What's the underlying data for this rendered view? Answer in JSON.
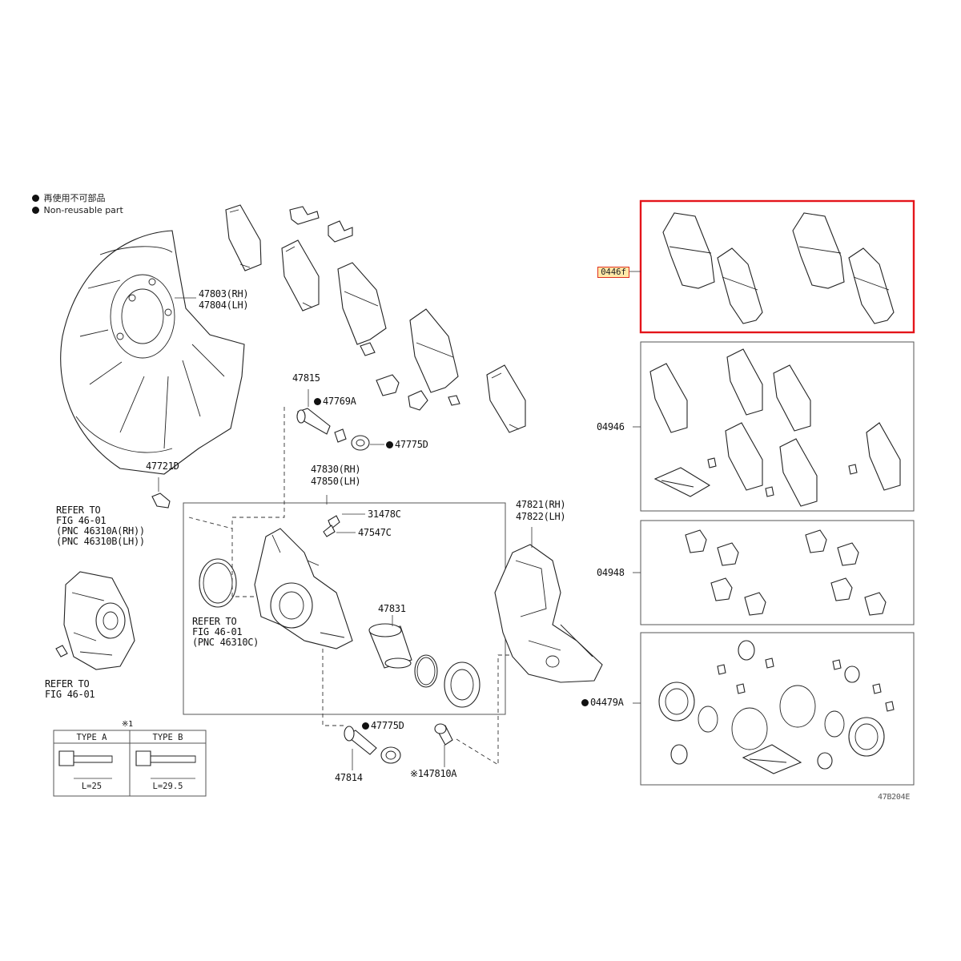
{
  "legend": {
    "line1": "再使用不可部品",
    "line2": "Non-reusable part"
  },
  "callouts": {
    "p47803": "47803(RH)",
    "p47804": "47804(LH)",
    "p47815": "47815",
    "p47769A": "47769A",
    "p47775D_top": "47775D",
    "p47721D": "47721D",
    "p47830": "47830(RH)",
    "p47850": "47850(LH)",
    "p31478C": "31478C",
    "p47547C": "47547C",
    "p47831": "47831",
    "p47821": "47821(RH)",
    "p47822": "47822(LH)",
    "p47775D_bottom": "47775D",
    "p47814": "47814",
    "p47810A": "※147810A",
    "p04466": "0446f",
    "p04946": "04946",
    "p04948": "04948",
    "p04479A": "04479A",
    "fig_id": "47B204E"
  },
  "refer_notes": {
    "top": [
      "REFER TO",
      "FIG 46-01",
      "(PNC 46310A(RH))",
      "(PNC 46310B(LH))"
    ],
    "middle": [
      "REFER TO",
      "FIG 46-01",
      "(PNC 46310C)"
    ],
    "bottom": [
      "REFER TO",
      "FIG 46-01"
    ]
  },
  "type_table": {
    "note": "※1",
    "type_a": "TYPE A",
    "type_b": "TYPE B",
    "len_a": "L=25",
    "len_b": "L=29.5"
  },
  "colors": {
    "highlight_border": "#e4151b",
    "callout_highlight_fill": "#ffe9a8",
    "line": "#222222"
  }
}
